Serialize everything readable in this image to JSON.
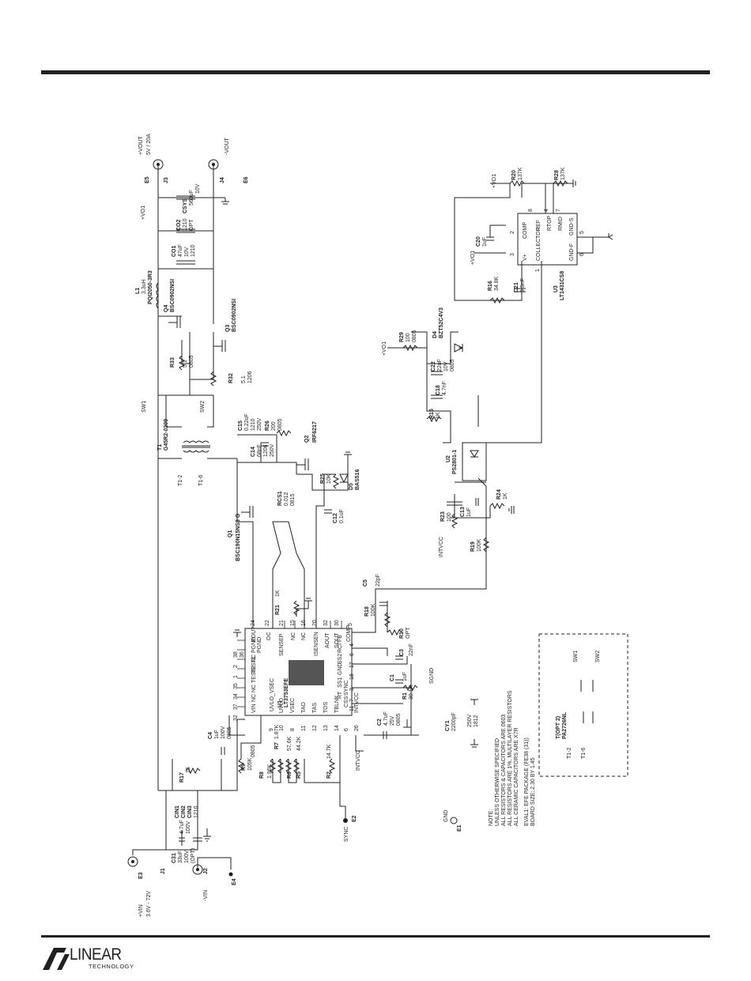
{
  "brand": {
    "logo_text": "LINEAR",
    "logo_sub": "TECHNOLOGY"
  },
  "connectors": {
    "e3": "E3",
    "j1": "J1",
    "vin": "+VIN",
    "vin_range": "3.6V - 72V",
    "j2": "J2",
    "e4": "E4",
    "nvin": "-VIN",
    "e5": "E5",
    "j3": "J3",
    "vout": "+VOUT",
    "vout_rating": "5V / 20A",
    "j4": "J4",
    "e6": "E6",
    "nvout": "-VOUT",
    "e1": "E1",
    "gnd": "GND",
    "e2": "E2",
    "sync": "SYNC"
  },
  "nets": {
    "sw1": "SW1",
    "sw2": "SW2",
    "vo1": "+VO1",
    "intvcc": "INTVCC",
    "sgnd": "SGND",
    "t1_2": "T1-2",
    "t1_6": "T1-6"
  },
  "components": {
    "c31": [
      "C31",
      "33uF",
      "100V",
      "(OPT)"
    ],
    "cin": [
      "4.7uF",
      "100V"
    ],
    "cin_ref": [
      "CIN1",
      "CIN2",
      "CIN3",
      "1210"
    ],
    "r17": [
      "R17",
      "15"
    ],
    "c4": [
      "C4",
      "1uF",
      "100V",
      "0805"
    ],
    "r9": [
      "R9",
      "105K"
    ],
    "r8": [
      "R8",
      "1.96K"
    ],
    "r7": [
      "R7",
      "1.87K",
      "0805"
    ],
    "r6": [
      "R6",
      "57.6K"
    ],
    "r5": [
      "R5",
      "44.2K"
    ],
    "r2": [
      "R2",
      "14.7K"
    ],
    "c2": [
      "C2",
      "4.7uF",
      "25V",
      "0805"
    ],
    "cy1": [
      "CY1",
      "2200pF",
      "250V",
      "1812"
    ],
    "r1": [
      "R1",
      "30.1K"
    ],
    "c1": [
      "C1",
      "1uF"
    ],
    "c3": [
      "C3",
      "22nF"
    ],
    "r10": [
      "R10",
      "OPT"
    ],
    "r18": [
      "R18",
      "100K"
    ],
    "c5": [
      "C5",
      "22pF"
    ],
    "r21": [
      "R21",
      "1K"
    ],
    "q1": [
      "Q1",
      "BSC190N15NS3 G"
    ],
    "rcs1": [
      "RCS1",
      "0.012",
      "0815"
    ],
    "c12": [
      "C12",
      "0.1uF"
    ],
    "q2": [
      "Q2",
      "IRF6217"
    ],
    "r25": [
      "R25",
      "10K"
    ],
    "d5": [
      "D5",
      "BAS516"
    ],
    "c14": [
      "C14",
      "68nF",
      "1206",
      "250V"
    ],
    "c15": [
      "C15",
      "0.22uF",
      "1210",
      "250V"
    ],
    "r26": [
      "R26",
      "200",
      "0805"
    ],
    "t1": [
      "T1",
      "G45R2-0209"
    ],
    "r32": [
      "R32",
      "5.1",
      "1206"
    ],
    "r33": [
      "R33",
      "5.1",
      "0805"
    ],
    "q3": [
      "Q3",
      "BSC0902NSI"
    ],
    "q4": [
      "Q4",
      "BSC0902NSI"
    ],
    "l1": [
      "L1",
      "3.3uH",
      "PQI2050-3R3"
    ],
    "co1": [
      "CO1",
      "47uF",
      "10V",
      "1210"
    ],
    "co2": [
      "CO2",
      "1210",
      "OPT"
    ],
    "csys": [
      "CSYS",
      "560uF",
      "10V"
    ],
    "r19": [
      "R19",
      "100K"
    ],
    "r23": [
      "R23",
      "100"
    ],
    "c13": [
      "C13",
      "1uF"
    ],
    "r24": [
      "R24",
      "1K"
    ],
    "u2": [
      "U2",
      "PS2801-1"
    ],
    "r15": [
      "R15",
      "1K"
    ],
    "c18": [
      "C18",
      "4.7nF"
    ],
    "c22": [
      "C22",
      "22uF",
      "10V",
      "0805"
    ],
    "r29": [
      "R29",
      "100",
      "0805"
    ],
    "d4": [
      "D4",
      "BZT52C4V3"
    ],
    "r16": [
      "R16",
      "34.8K"
    ],
    "c21": [
      "C21",
      "3.3nF"
    ],
    "c20": [
      "C20",
      "1uF"
    ],
    "u3": [
      "U3",
      "LT1431CS8"
    ],
    "r20": [
      "R20",
      "137K"
    ],
    "r28": [
      "R28",
      "137K"
    ],
    "u1": [
      "U1",
      "LT3753EFE"
    ]
  },
  "u1_pins": {
    "left": [
      "UVLO_VSEC",
      "VIN",
      "NC",
      "NC",
      "TEST2",
      "TEST1",
      "NC",
      "PGND",
      "PGND",
      "POUT"
    ],
    "left_nums": [
      "9",
      "32",
      "37",
      "34",
      "35",
      "1",
      "2",
      "38",
      "36",
      "24"
    ],
    "top": [
      "OC",
      "SENSEP",
      "NC",
      "NC",
      "ISENSEN",
      "AOUT",
      "SOUT"
    ],
    "top_nums": [
      "22",
      "21",
      "15",
      "16",
      "20",
      "32",
      "30"
    ],
    "right": [
      "COMP",
      "FB",
      "RCI",
      "SS2",
      "GND",
      "SS1",
      "RT",
      "CSS"
    ],
    "right_nums": [
      "5",
      "4",
      "6",
      "17",
      "18",
      "3",
      "7",
      "11"
    ],
    "bottom": [
      "UVLO",
      "VSEC",
      "TAO",
      "TAS",
      "TOS",
      "TBLNK",
      "SYNC",
      "INTVCC"
    ],
    "bottom_nums": [
      "10",
      "8",
      "11",
      "12",
      "13",
      "14",
      "6",
      "26"
    ]
  },
  "u3_pins": [
    "V+",
    "COLLECTOR",
    "COMP",
    "REF",
    "RTOP",
    "RMID",
    "GND-S",
    "GND-F"
  ],
  "u3_nums": [
    "3",
    "1",
    "2",
    "8",
    "4",
    "7",
    "5",
    "6"
  ],
  "topt": [
    "T(OPT 2)",
    "PA2726NL"
  ],
  "notes": [
    "NOTE:",
    "UNLESS OTHERWISE SPECIFIED",
    "ALL RESISTORS & CAPACITORS ARE 0603",
    "ALL RESISTORS ARE 1%, MULTILAYER RESISTORS",
    "ALL CERAMIC CAPACITORS ARE X7R",
    "EVAL1: EFE PACKAGE (FE38 (31))",
    "BOARD SIZE: 2.30 BY 1.45"
  ]
}
